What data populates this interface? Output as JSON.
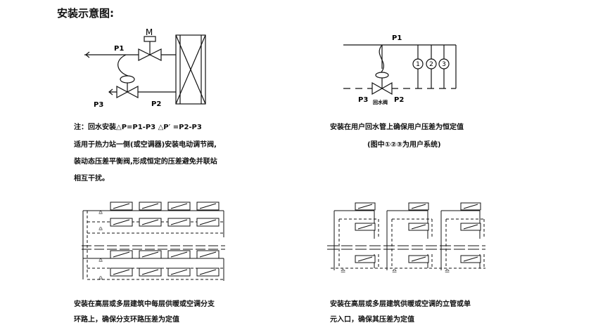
{
  "page_title": "安装示意图:",
  "diagram1": {
    "labels": {
      "motor": "M",
      "p1": "P1",
      "p2": "P2",
      "p3": "P3"
    },
    "caption_lines": [
      "注：回水安装△P=P1-P3  △P′ =P2-P3",
      "适用于热力站一侧(或空调器)安装电动调节阀,",
      "装动态压差平衡阀,形成恒定的压差避免并联站",
      "相互干扰。"
    ]
  },
  "diagram2": {
    "labels": {
      "p1": "P1",
      "p2": "P2",
      "p3": "P3",
      "valve": "回水阀",
      "c1": "1",
      "c2": "2",
      "c3": "3"
    },
    "caption_lines": [
      "安装在用户回水管上确保用户压差为恒定值",
      "(图中①②③为用户系统)"
    ]
  },
  "diagram3": {
    "caption_lines": [
      "安装在高层或多层建筑中每层供暖或空调分支",
      "环路上，确保分支环路压差为定值"
    ]
  },
  "diagram4": {
    "caption_lines": [
      "安装在高层或多层建筑供暖或空调的立管或单",
      "元入口，确保其压差为定值"
    ]
  }
}
